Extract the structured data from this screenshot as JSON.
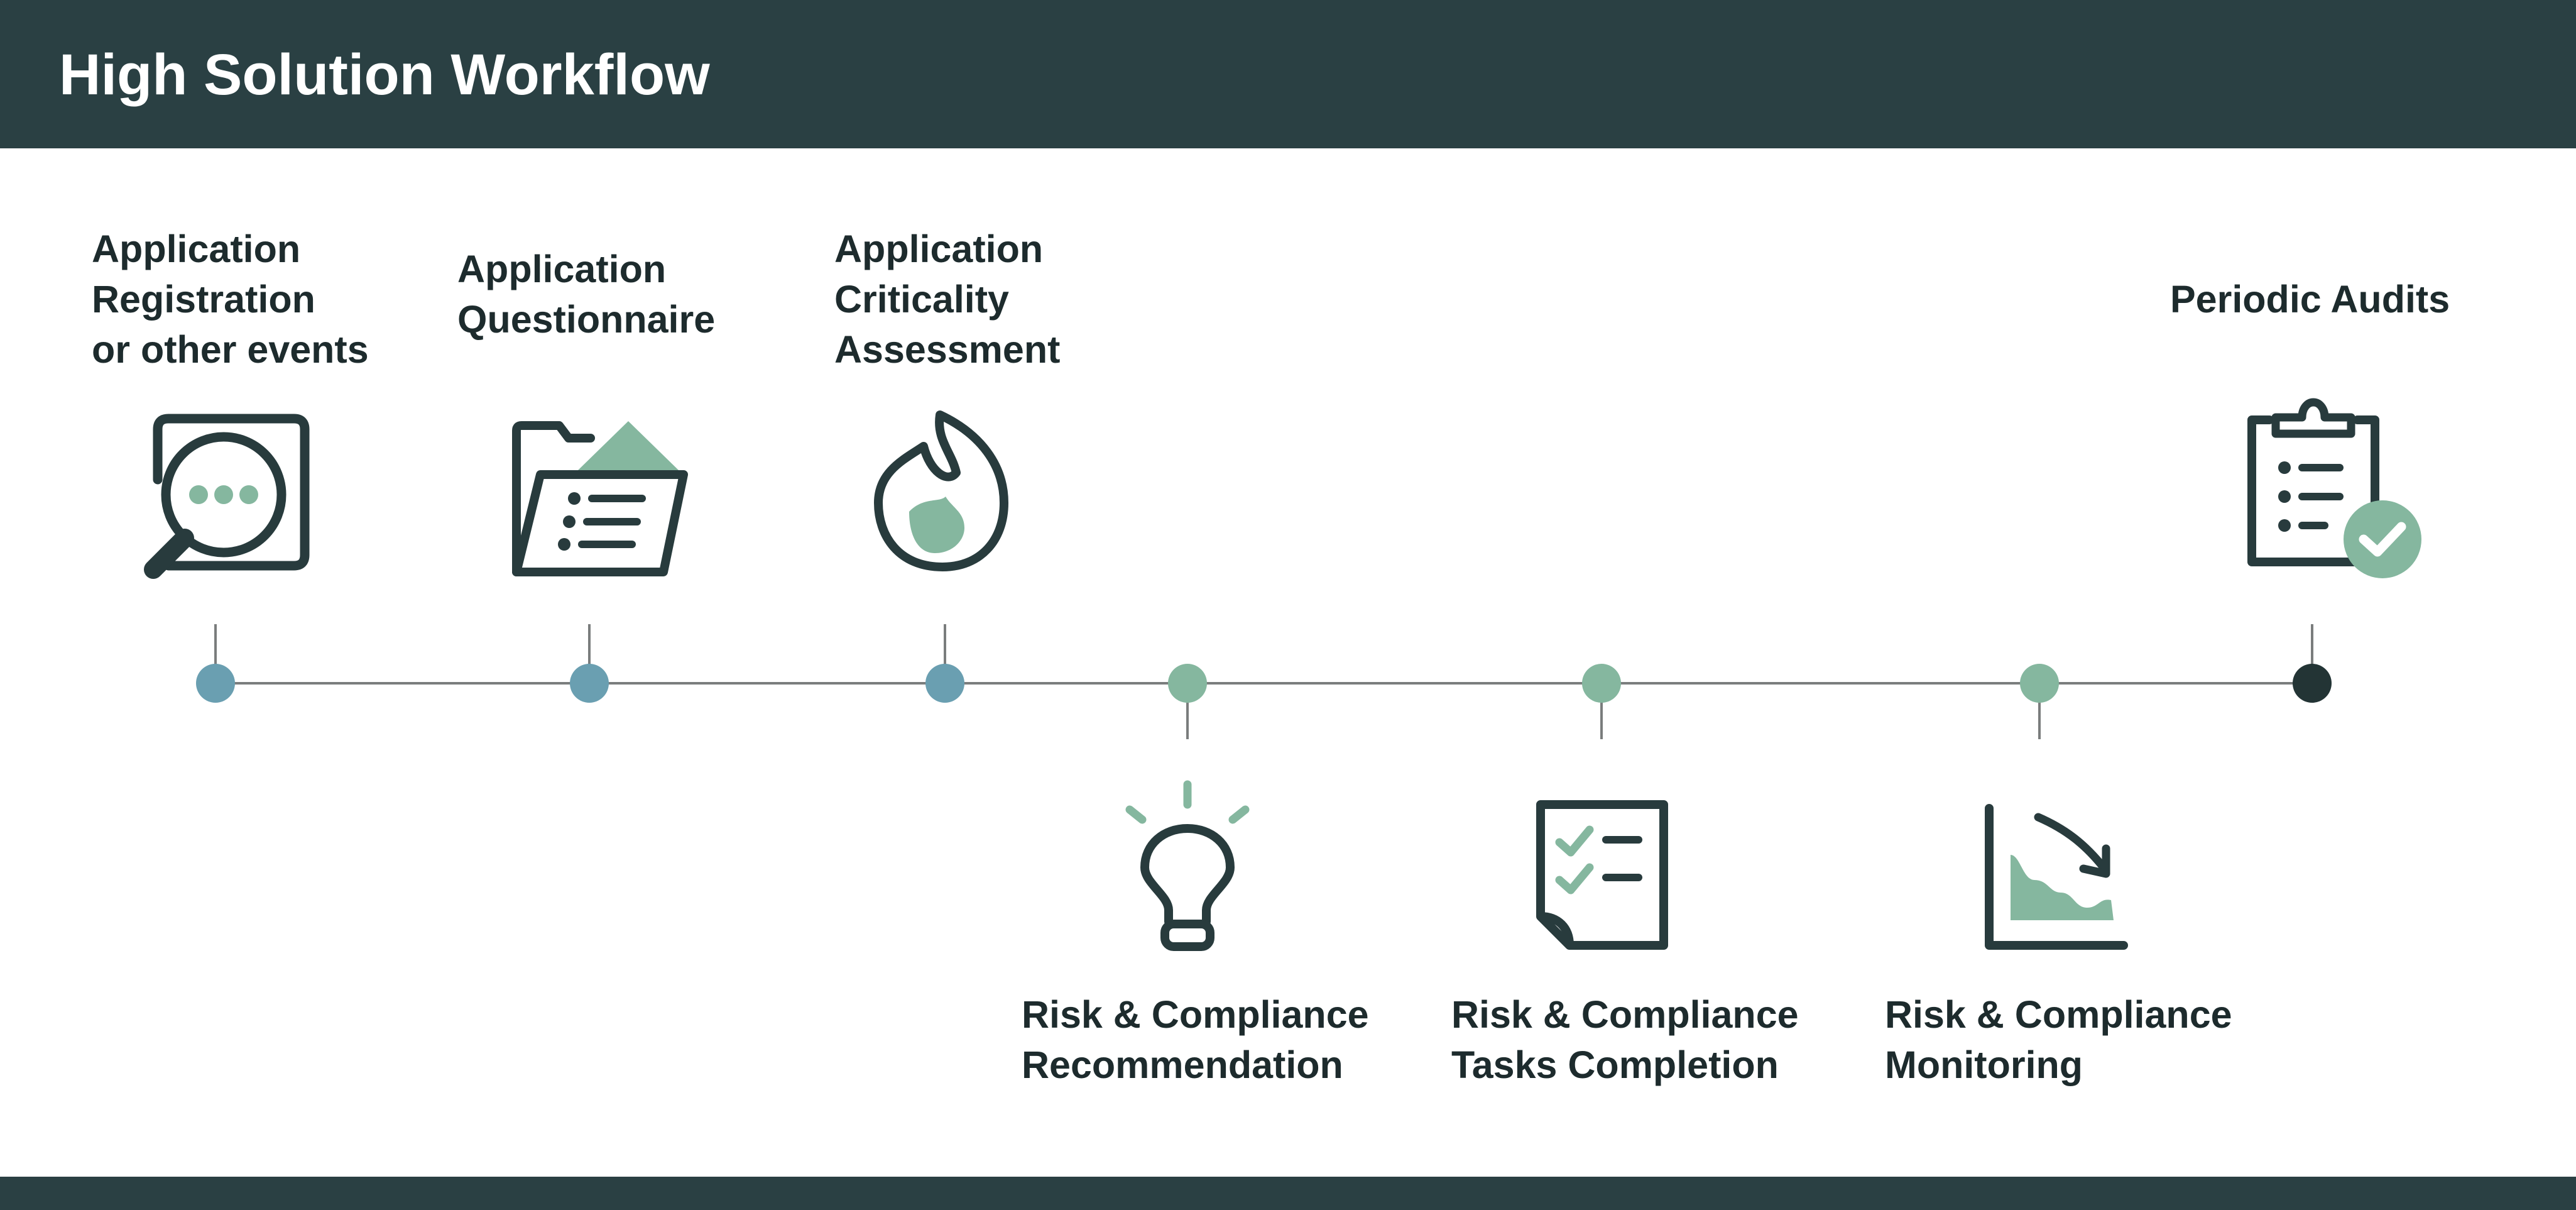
{
  "colors": {
    "primary": "#2a4043",
    "stroke": "#283b3d",
    "blue": "#6a9fb1",
    "green": "#85b79f",
    "dark_dot": "#233435",
    "line": "#7a7d7d"
  },
  "header": {
    "title": "High Solution Workflow"
  },
  "steps": [
    {
      "lines": [
        "Application",
        "Registration",
        "or other events"
      ],
      "icon": "search-document-icon",
      "dot_color": "blue"
    },
    {
      "lines": [
        "Application",
        "Questionnaire"
      ],
      "icon": "folder-list-icon",
      "dot_color": "blue"
    },
    {
      "lines": [
        "Application",
        "Criticality",
        "Assessment"
      ],
      "icon": "flame-icon",
      "dot_color": "blue"
    },
    {
      "lines": [
        "Risk & Compliance",
        "Recommendation"
      ],
      "icon": "lightbulb-icon",
      "dot_color": "green"
    },
    {
      "lines": [
        "Risk & Compliance",
        "Tasks Completion"
      ],
      "icon": "checklist-document-icon",
      "dot_color": "green"
    },
    {
      "lines": [
        "Risk & Compliance",
        "Monitoring"
      ],
      "icon": "area-chart-icon",
      "dot_color": "green"
    },
    {
      "lines": [
        "Periodic Audits"
      ],
      "icon": "clipboard-check-icon",
      "dot_color": "dark"
    }
  ]
}
